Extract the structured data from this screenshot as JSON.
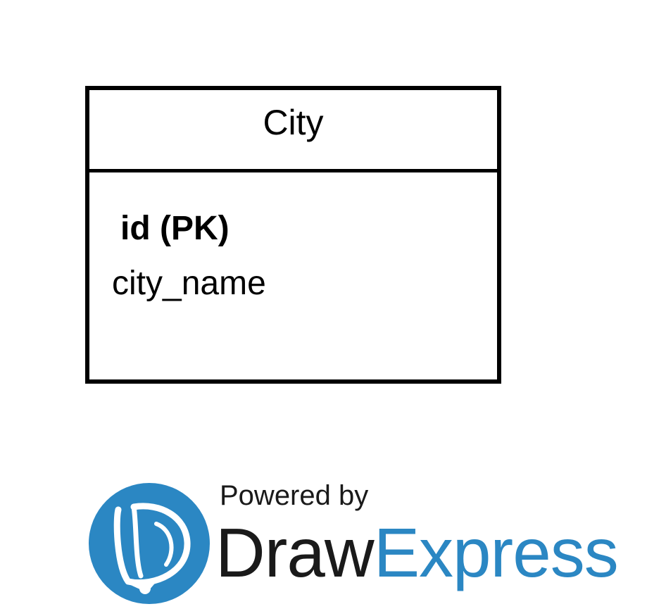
{
  "entity": {
    "title": "City",
    "attributes": [
      {
        "label": "id (PK)",
        "primary_key": true
      },
      {
        "label": "city_name",
        "primary_key": false
      }
    ]
  },
  "branding": {
    "powered_by": "Powered by",
    "brand_part1": "Draw",
    "brand_part2": "Express",
    "brand_color": "#2b87c3",
    "logo_icon": "drawexpress-logo-icon"
  }
}
